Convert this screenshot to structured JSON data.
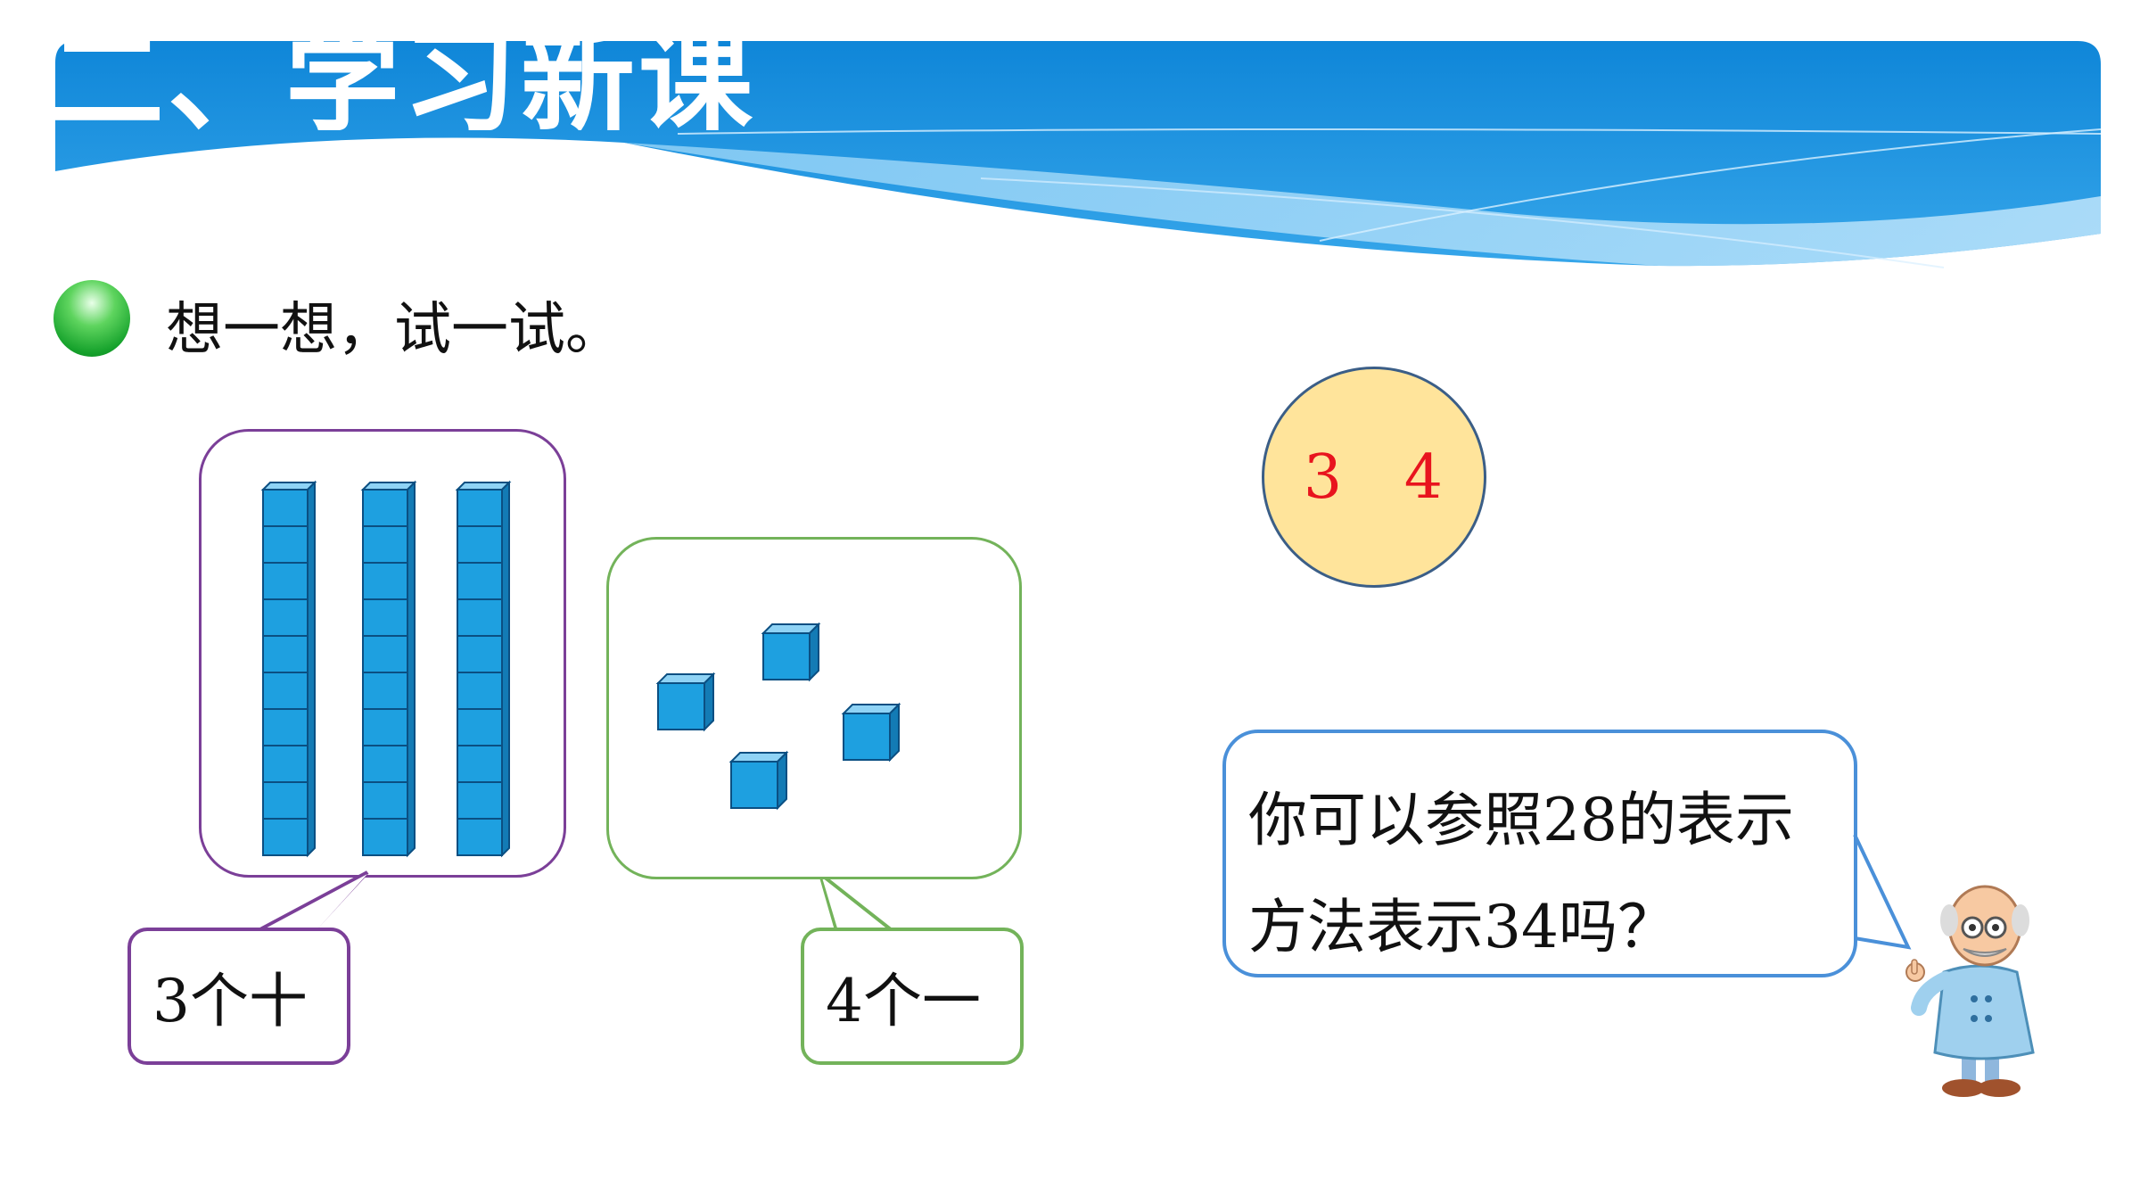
{
  "header": {
    "section_title": "二、学习新课"
  },
  "prompt": {
    "text": "想一想，试一试。",
    "bullet_color": "#1aa831"
  },
  "tens_panel": {
    "rod_count": 3,
    "cubes_per_rod": 10,
    "label": "3个十",
    "border_color": "#7b3f98"
  },
  "ones_panel": {
    "cube_count": 4,
    "label": "4个一",
    "border_color": "#73b35a"
  },
  "number_display": {
    "digits": "3 4",
    "digit_color": "#e8141e",
    "fill_color": "#ffe49b"
  },
  "speech_bubble": {
    "text": "你可以参照28的表示方法表示34吗？",
    "border_color": "#4a90d9"
  },
  "colors": {
    "banner_blue": "#1a8fde",
    "cube_blue": "#1ea0e0"
  }
}
